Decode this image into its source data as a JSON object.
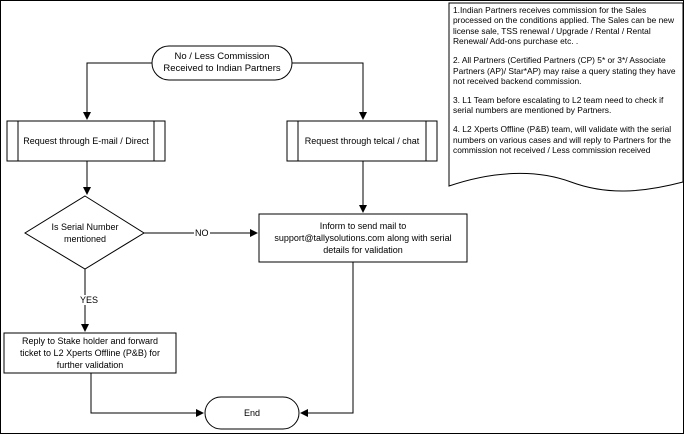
{
  "flowchart": {
    "start": {
      "label": "No / Less Commission\nReceived to Indian Partners"
    },
    "request_email": {
      "label": "Request through E-mail / Direct"
    },
    "request_telcal": {
      "label": "Request through telcal / chat"
    },
    "decision_serial": {
      "label": "Is Serial Number\nmentioned"
    },
    "inform_mail": {
      "label": "Inform to send mail to\nsupport@tallysolutions.com  along with serial\ndetails for validation"
    },
    "reply_forward": {
      "label": "Reply to Stake holder and forward\nticket to L2 Xperts Offline (P&B)  for\nfurther validation"
    },
    "end": {
      "label": "End"
    },
    "edge_no": "NO",
    "edge_yes": "YES"
  },
  "notes": [
    "1.Indian Partners receives commission for the Sales processed on the conditions applied. The Sales can be new license sale, TSS renewal / Upgrade / Rental / Rental Renewal/ Add-ons purchase etc.  .",
    "2. All Partners (Certified Partners (CP) 5* or 3*/ Associate Partners (AP)/ Star*AP) may raise a query stating they have not received backend commission.",
    "3. L1 Team  before escalating to L2 team need to check if serial numbers are mentioned by Partners.",
    "4. L2 Xperts Offline (P&B) team, will validate with the serial numbers on various cases and will reply to Partners for the commission not received / Less commission received"
  ]
}
